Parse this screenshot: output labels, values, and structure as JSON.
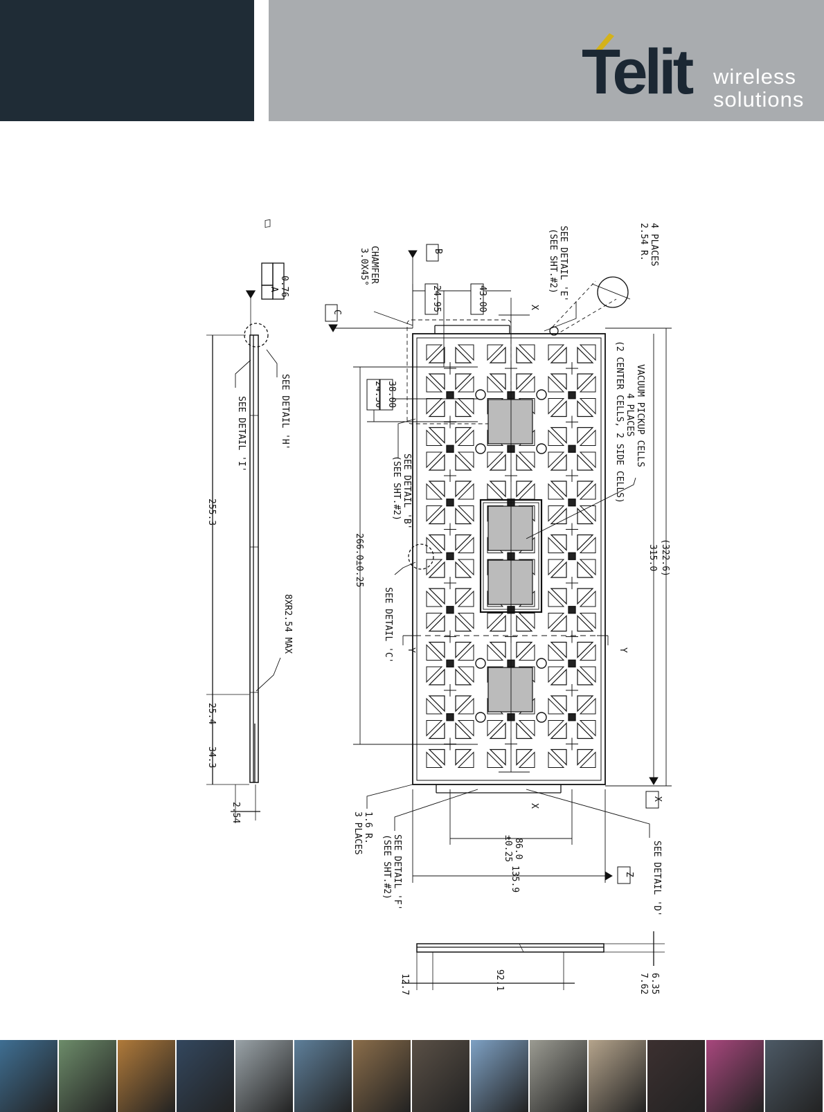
{
  "header": {
    "brand": "Telit",
    "tagline_line1": "wireless",
    "tagline_line2": "solutions",
    "colors": {
      "dark_panel": "#1f2c36",
      "grey_panel": "#a9acaf",
      "logo_accent": "#d4b21a"
    }
  },
  "drawing": {
    "top_notes": {
      "radius_note_1": "2.54 R.",
      "radius_note_2": "4 PLACES",
      "detail_e_1": "SEE DETAIL 'E'",
      "detail_e_2": "(SEE SHT.#2)",
      "chamfer_1": "CHAMFER",
      "chamfer_2": "3.0X45°",
      "datum_b": "B",
      "datum_c": "C",
      "datum_a": "A",
      "flatness_tol": "0.76"
    },
    "vacuum_note": {
      "line1": "VACUUM PICKUP CELLS",
      "line2": "4 PLACES",
      "line3": "(2 CENTER CELLS, 2 SIDE CELLS)"
    },
    "dims": {
      "d_24_95": "24.95",
      "d_43_00": "43.00",
      "d_24_50": "24.50",
      "d_38_00": "38.00",
      "d_322_6": "(322.6)",
      "d_315_0": "315.0",
      "d_266": "266.0±0.25",
      "d_255_3": "255.3",
      "d_25_4": "25.4",
      "d_34_3": "34.3",
      "d_2_54": "2.54",
      "d_86": "86.0",
      "d_86_tol": "±0.25",
      "d_135_9": "135.9",
      "d_92_1": "92.1",
      "d_12_7": "12.7",
      "d_6_35": "6.35",
      "d_7_62": "7.62"
    },
    "callouts": {
      "detail_h": "SEE DETAIL 'H'",
      "detail_i": "SEE DETAIL 'I'",
      "detail_b_1": "SEE DETAIL 'B'",
      "detail_b_2": "(SEE SHT.#2)",
      "detail_c": "SEE DETAIL 'C'",
      "max_radius": "8XR2.54 MAX",
      "radius_16_1": "1.6 R.",
      "radius_16_2": "3 PLACES",
      "detail_f_1": "SEE DETAIL 'F'",
      "detail_f_2": "(SEE SHT.#2)",
      "detail_d": "SEE DETAIL 'D'",
      "datum_x": "X",
      "datum_z": "Z",
      "x_mark": "X",
      "y_mark": "Y"
    }
  },
  "photo_strip": {
    "tile_colors": [
      "#3f6f93",
      "#6d8c6a",
      "#b07a3a",
      "#33475e",
      "#9aa3a8",
      "#5e7f9a",
      "#8a6d4a",
      "#5a5046",
      "#7ea1c4",
      "#9b9b92",
      "#b5a48c",
      "#3c3030",
      "#a8477d",
      "#4d5a66"
    ]
  }
}
